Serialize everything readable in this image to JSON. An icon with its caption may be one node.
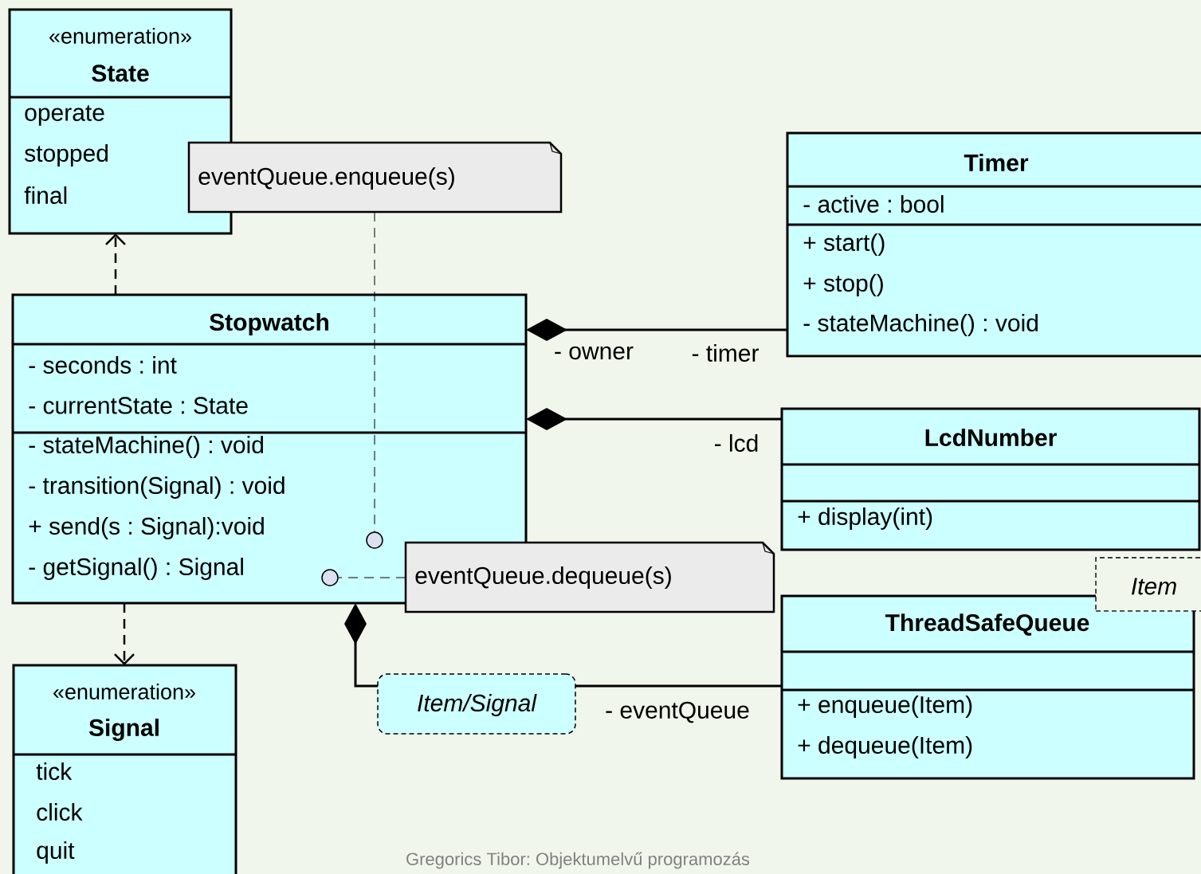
{
  "diagram": {
    "nodes": [
      {
        "text": [
          "«enumeration»",
          "State",
          "operate",
          "stopped",
          "final"
        ]
      },
      {
        "text": [
          "Stopwatch",
          "- seconds : int",
          "- currentState : State",
          "- stateMachine() : void",
          "- transition(Signal) : void",
          "+ send(s : Signal):void",
          "- getSignal() : Signal"
        ]
      },
      {
        "text": [
          "«enumeration»",
          "Signal",
          "tick",
          "click",
          "quit"
        ]
      },
      {
        "text": [
          "Timer",
          "- active : bool",
          "+ start()",
          "+ stop()",
          "- stateMachine() : void"
        ]
      },
      {
        "text": [
          "LcdNumber",
          "+ display(int)"
        ]
      },
      {
        "text": [
          "ThreadSafeQueue",
          "+ enqueue(Item)",
          "+ dequeue(Item)"
        ]
      },
      {
        "text": [
          "Item"
        ]
      },
      {
        "text": [
          "eventQueue.enqueue(s)"
        ]
      },
      {
        "text": [
          "eventQueue.dequeue(s)"
        ]
      },
      {
        "text": [
          "Item/Signal"
        ]
      },
      {
        "text": [],
        "shape": "circle",
        "in": 1
      },
      {
        "text": [],
        "shape": "circle",
        "in": 1
      }
    ],
    "edges": [
      {
        "from": 1,
        "to": 0,
        "arrow": "to",
        "style": "dashed"
      },
      {
        "from": 1,
        "to": 2,
        "arrow": "to",
        "style": "dashed"
      },
      {
        "from": 3,
        "to": 1,
        "arrow": "other",
        "label": "- timer"
      },
      {
        "from": 4,
        "to": 1,
        "arrow": "other",
        "label": "- lcd"
      },
      {
        "from": 9,
        "to": 1,
        "arrow": "other"
      },
      {
        "from": 9,
        "to": 5,
        "arrow": "none",
        "label": "- eventQueue"
      },
      {
        "from": 7,
        "to": 10,
        "arrow": "none",
        "style": "dashed"
      },
      {
        "from": 8,
        "to": 11,
        "arrow": "none",
        "style": "dashed"
      }
    ],
    "labels": [
      "- owner",
      "Gregorics Tibor: Objektumelvű programozás"
    ]
  }
}
